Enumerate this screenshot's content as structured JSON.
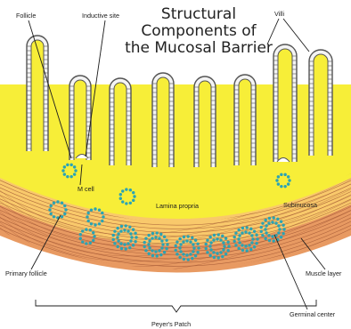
{
  "diagram": {
    "title_line1": "Structural",
    "title_line2": "Components of",
    "title_line3": "the Mucosal Barrier",
    "labels": {
      "follicle": "Follicle",
      "inductive_site": "Inductive site",
      "villi": "Villi",
      "m_cell": "M cell",
      "lamina_propria": "Lamina propria",
      "submucosa": "Submucosa",
      "primary_follicle": "Primary follicle",
      "muscle_layer": "Muscle layer",
      "germinal_center": "Germinal center",
      "peyers_patch": "Peyer's Patch"
    },
    "colors": {
      "lamina": "#f7ee38",
      "submucosa": "#f9c96b",
      "muscle": "#e89a62",
      "muscle_fiber": "#9a4f2f",
      "epithelium": "#f4f4f4",
      "epithelium_line": "#555555",
      "follicle_dot": "#2aa3b4"
    }
  }
}
